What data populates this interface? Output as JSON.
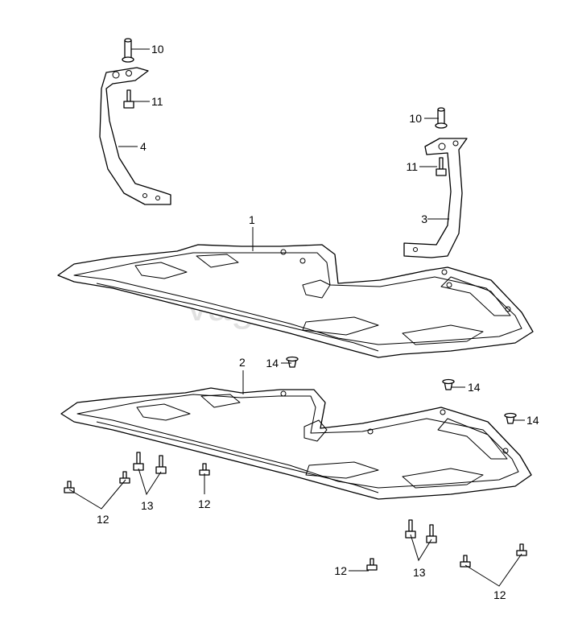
{
  "watermark": "vagtec.ru",
  "callouts": {
    "c1": "1",
    "c2": "2",
    "c3": "3",
    "c4": "4",
    "c10a": "10",
    "c10b": "10",
    "c11a": "11",
    "c11b": "11",
    "c12a": "12",
    "c12b": "12",
    "c12c": "12",
    "c12d": "12",
    "c13a": "13",
    "c13b": "13",
    "c14a": "14",
    "c14b": "14",
    "c14c": "14"
  }
}
